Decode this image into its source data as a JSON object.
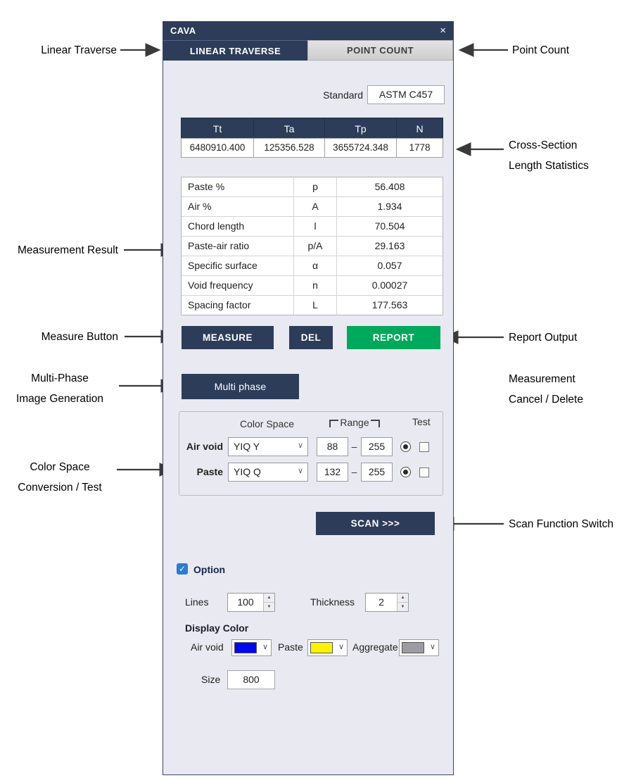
{
  "colors": {
    "navy": "#2d3c59",
    "report_green": "#00a85c",
    "option_blue": "#2c7bd4",
    "window_bg": "#e9e9f1"
  },
  "icons": {
    "close": "×",
    "chevron_down": "∨",
    "check": "✓",
    "spinner_up": "▲",
    "spinner_down": "▼",
    "dash": "–"
  },
  "annotations": {
    "linear_traverse": "Linear Traverse",
    "point_count": "Point Count",
    "cross_section_1": "Cross-Section",
    "cross_section_2": "Length Statistics",
    "measurement_result": "Measurement Result",
    "measure_button": "Measure Button",
    "report_output": "Report Output",
    "multi_phase_1": "Multi-Phase",
    "multi_phase_2": "Image Generation",
    "cancel_delete_1": "Measurement",
    "cancel_delete_2": "Cancel / Delete",
    "color_space_1": "Color Space",
    "color_space_2": "Conversion / Test",
    "scan_switch": "Scan Function Switch"
  },
  "window": {
    "title": "CAVA",
    "tabs": {
      "linear_traverse": "LINEAR TRAVERSE",
      "point_count": "POINT COUNT"
    },
    "standard": {
      "label": "Standard",
      "value": "ASTM C457"
    },
    "stats": {
      "headers": [
        "Tt",
        "Ta",
        "Tp",
        "N"
      ],
      "values": [
        "6480910.400",
        "125356.528",
        "3655724.348",
        "1778"
      ]
    },
    "results": {
      "rows": [
        {
          "name": "Paste %",
          "symbol": "p",
          "value": "56.408"
        },
        {
          "name": "Air %",
          "symbol": "A",
          "value": "1.934"
        },
        {
          "name": "Chord length",
          "symbol": "l",
          "value": "70.504"
        },
        {
          "name": "Paste-air ratio",
          "symbol": "p/A",
          "value": "29.163"
        },
        {
          "name": "Specific surface",
          "symbol": "α",
          "value": "0.057"
        },
        {
          "name": "Void frequency",
          "symbol": "n",
          "value": "0.00027"
        },
        {
          "name": "Spacing factor",
          "symbol": "L",
          "value": "177.563"
        }
      ]
    },
    "buttons": {
      "measure": "MEASURE",
      "del": "DEL",
      "report": "REPORT",
      "multi_phase": "Multi phase",
      "scan": "SCAN >>>"
    },
    "colorspace": {
      "header_color_space": "Color Space",
      "header_range": "Range",
      "header_test": "Test",
      "rows": [
        {
          "label": "Air void",
          "space": "YIQ Y",
          "min": "88",
          "max": "255"
        },
        {
          "label": "Paste",
          "space": "YIQ Q",
          "min": "132",
          "max": "255"
        }
      ]
    },
    "options": {
      "option_label": "Option",
      "lines_label": "Lines",
      "lines_value": "100",
      "thickness_label": "Thickness",
      "thickness_value": "2",
      "display_color_label": "Display Color",
      "air_void_label": "Air void",
      "paste_label": "Paste",
      "aggregate_label": "Aggregate",
      "air_void_color": "#0008f0",
      "paste_color": "#fff200",
      "aggregate_color": "#9c9ca2",
      "size_label": "Size",
      "size_value": "800"
    }
  }
}
